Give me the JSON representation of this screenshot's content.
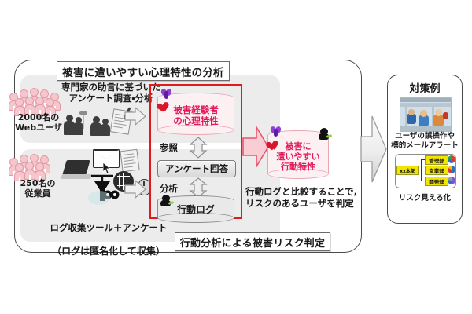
{
  "diagram": {
    "title_top": "被害に遭いやすい心理特性の分析",
    "title_bottom": "行動分析による被害リスク判定"
  },
  "left": {
    "survey_caption": "専門家の助言に基づいた\nアンケート調査・分析",
    "users_web": "2000名の\nWebユーザ",
    "users_employee": "250名の\n従業員",
    "log_tool_line1": "ログ収集ツール＋アンケート",
    "log_tool_line2": "（ログは匿名化して収集）"
  },
  "analysis": {
    "db_psych": "被害経験者\nの心理特性",
    "edge_reference": "参照",
    "node_survey_answer": "アンケート回答",
    "edge_analysis": "分析",
    "db_behavior_log": "行動ログ"
  },
  "result": {
    "db_risk_behavior": "被害に\n遭いやすい\n行動特性",
    "note": "行動ログと比較することで,\nリスクのあるユーザを判定"
  },
  "panel": {
    "title": "対策例",
    "caption_alert": "ユーザの誤操作や\n標的メールアラート",
    "caption_visual": "リスク見える化",
    "org": {
      "root": "xx本部",
      "departments": [
        "管理部",
        "営業部",
        "開発部"
      ]
    }
  },
  "icons": {
    "heart": "heart-icon",
    "bug": "bug-icon",
    "ninja": "ninja-attacker-icon",
    "globe": "globe-icon",
    "envelope": "envelope-icon",
    "mouse": "mouse-icon",
    "laptop": "laptop-icon",
    "document": "document-icon"
  },
  "colors": {
    "accent_red": "#e01b1b",
    "pink_db": "#fdf0f2",
    "pink_text": "#e2185c",
    "band_gray": "#ececec",
    "frame_gray": "#4a4a4a",
    "org_yellow": "#f2e500"
  }
}
